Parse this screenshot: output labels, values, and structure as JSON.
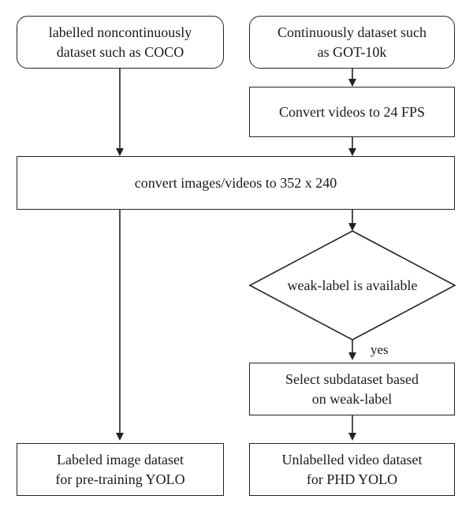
{
  "nodes": {
    "coco": {
      "line1": "labelled noncontinuously",
      "line2": "dataset such as COCO"
    },
    "got10k": {
      "line1": "Continuously dataset such",
      "line2": "as GOT-10k"
    },
    "fps": {
      "line1": "Convert videos to 24 FPS"
    },
    "resize": {
      "line1": "convert images/videos to 352 x 240"
    },
    "decision": {
      "line1": "weak-label is available"
    },
    "subset": {
      "line1": "Select subdataset based",
      "line2": "on weak-label"
    },
    "labeled": {
      "line1": "Labeled image dataset",
      "line2": "for pre-training YOLO"
    },
    "unlabelled": {
      "line1": "Unlabelled video dataset",
      "line2": "for PHD YOLO"
    }
  },
  "edges": {
    "yes_label": "yes"
  }
}
